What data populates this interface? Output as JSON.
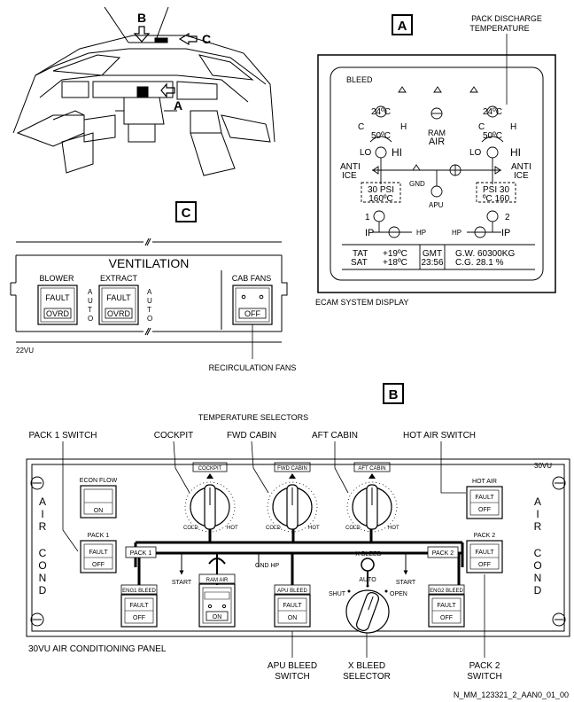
{
  "cockpit": {
    "label_a": "A",
    "label_b": "B",
    "label_c": "C"
  },
  "boxes": {
    "a": "A",
    "b": "B",
    "c": "C"
  },
  "ecam": {
    "heading": "PACK DISCHARGE",
    "heading2": "TEMPERATURE",
    "page": "BLEED",
    "left": {
      "temp": "24ºC",
      "c": "C",
      "h": "H",
      "flow": "50ºC",
      "lo": "LO",
      "hi": "HI",
      "psi": "30 PSI",
      "deg": "160ºC",
      "eng": "1",
      "ip": "IP"
    },
    "right": {
      "temp": "24ºC",
      "c": "C",
      "h": "H",
      "flow": "50ºC",
      "lo": "LO",
      "hi": "HI",
      "psi": "PSI 30",
      "deg": "ºC 160",
      "eng": "2",
      "ip": "IP"
    },
    "ram": "RAM",
    "air": "AIR",
    "anti": "ANTI",
    "ice": "ICE",
    "gnd": "GND",
    "apu": "APU",
    "hp": "HP",
    "tat_label": "TAT",
    "tat": "+19ºC",
    "sat_label": "SAT",
    "sat": "+18ºC",
    "gmt_label": "GMT",
    "gmt": "23:56",
    "gw": "G.W. 60300KG",
    "cg": "C.G. 28.1 %",
    "caption": "ECAM SYSTEM DISPLAY"
  },
  "vent": {
    "title": "VENTILATION",
    "blower": "BLOWER",
    "extract": "EXTRACT",
    "cab_fans": "CAB FANS",
    "fault": "FAULT",
    "ovrd": "OVRD",
    "off": "OFF",
    "auto": [
      "A",
      "U",
      "T",
      "O"
    ],
    "panel_id": "22VU",
    "callout": "RECIRCULATION FANS"
  },
  "acp": {
    "temp_selectors": "TEMPERATURE SELECTORS",
    "pack1_switch": "PACK 1 SWITCH",
    "cockpit": "COCKPIT",
    "fwd_cabin": "FWD CABIN",
    "aft_cabin": "AFT CABIN",
    "hot_air_switch": "HOT AIR SWITCH",
    "econ_flow": "ECON FLOW",
    "on": "ON",
    "off": "OFF",
    "fault": "FAULT",
    "tag_cockpit": "COCKPIT",
    "tag_fwd": "FWD CABIN",
    "tag_aft": "AFT CABIN",
    "cold": "COLD",
    "hot": "HOT",
    "hot_air": "HOT AIR",
    "panel_id": "30VU",
    "pack1": "PACK 1",
    "pack2": "PACK 2",
    "xbleed": "X BLEED",
    "start": "START",
    "ram_air": "RAM AIR",
    "gnd_hp": "GND HP",
    "apu_bleed": "APU BLEED",
    "eng1_bleed": "ENG1 BLEED",
    "eng2_bleed": "ENG2 BLEED",
    "auto": "AUTO",
    "shut": "SHUT",
    "open": "OPEN",
    "air_cond": [
      "A",
      "I",
      "R",
      "C",
      "O",
      "N",
      "D"
    ],
    "panel_caption": "30VU AIR CONDITIONING PANEL",
    "apu_bleed_label": "APU BLEED",
    "switch": "SWITCH",
    "xbleed_label": "X BLEED",
    "selector": "SELECTOR",
    "pack2_label": "PACK 2",
    "switch2": "SWITCH"
  },
  "footer": "N_MM_123321_2_AAN0_01_00"
}
